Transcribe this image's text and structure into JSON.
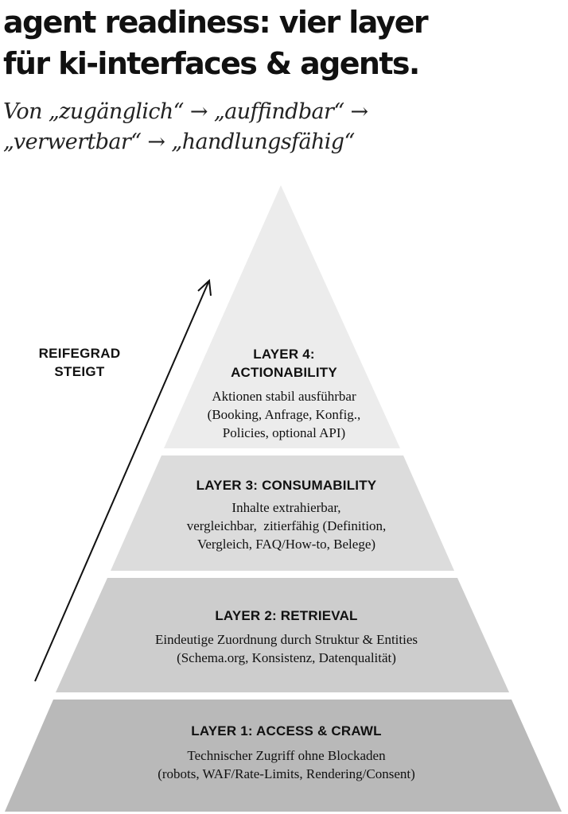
{
  "header": {
    "title_line1": "agent readiness: vier layer",
    "title_line2": "für ki-interfaces & agents.",
    "subtitle_line1": "Von „zugänglich“ → „auffindbar“ →",
    "subtitle_line2": "„verwertbar“ → „handlungsfähig“"
  },
  "maturity": {
    "label_line1": "REIFEGRAD",
    "label_line2": "STEIGT"
  },
  "layers": [
    {
      "title_line1": "LAYER 4:",
      "title_line2": "ACTIONABILITY",
      "desc_line1": "Aktionen stabil ausführbar",
      "desc_line2": "(Booking, Anfrage, Konfig.,",
      "desc_line3": "Policies, optional API)",
      "color": "#ececec"
    },
    {
      "title": "LAYER 3: CONSUMABILITY",
      "desc_line1": "Inhalte extrahierbar,",
      "desc_line2": "vergleichbar,  zitierfähig (Definition,",
      "desc_line3": "Vergleich, FAQ/How-to, Belege)",
      "color": "#dcdcdc"
    },
    {
      "title": "LAYER 2: RETRIEVAL",
      "desc_line1": "Eindeutige Zuordnung durch Struktur & Entities",
      "desc_line2": "(Schema.org, Konsistenz, Datenqualität)",
      "color": "#cdcdcd"
    },
    {
      "title": "LAYER 1: ACCESS & CRAWL",
      "desc_line1": "Technischer Zugriff ohne Blockaden",
      "desc_line2": "(robots, WAF/Rate-Limits, Rendering/Consent)",
      "color": "#b9b9b9"
    }
  ]
}
